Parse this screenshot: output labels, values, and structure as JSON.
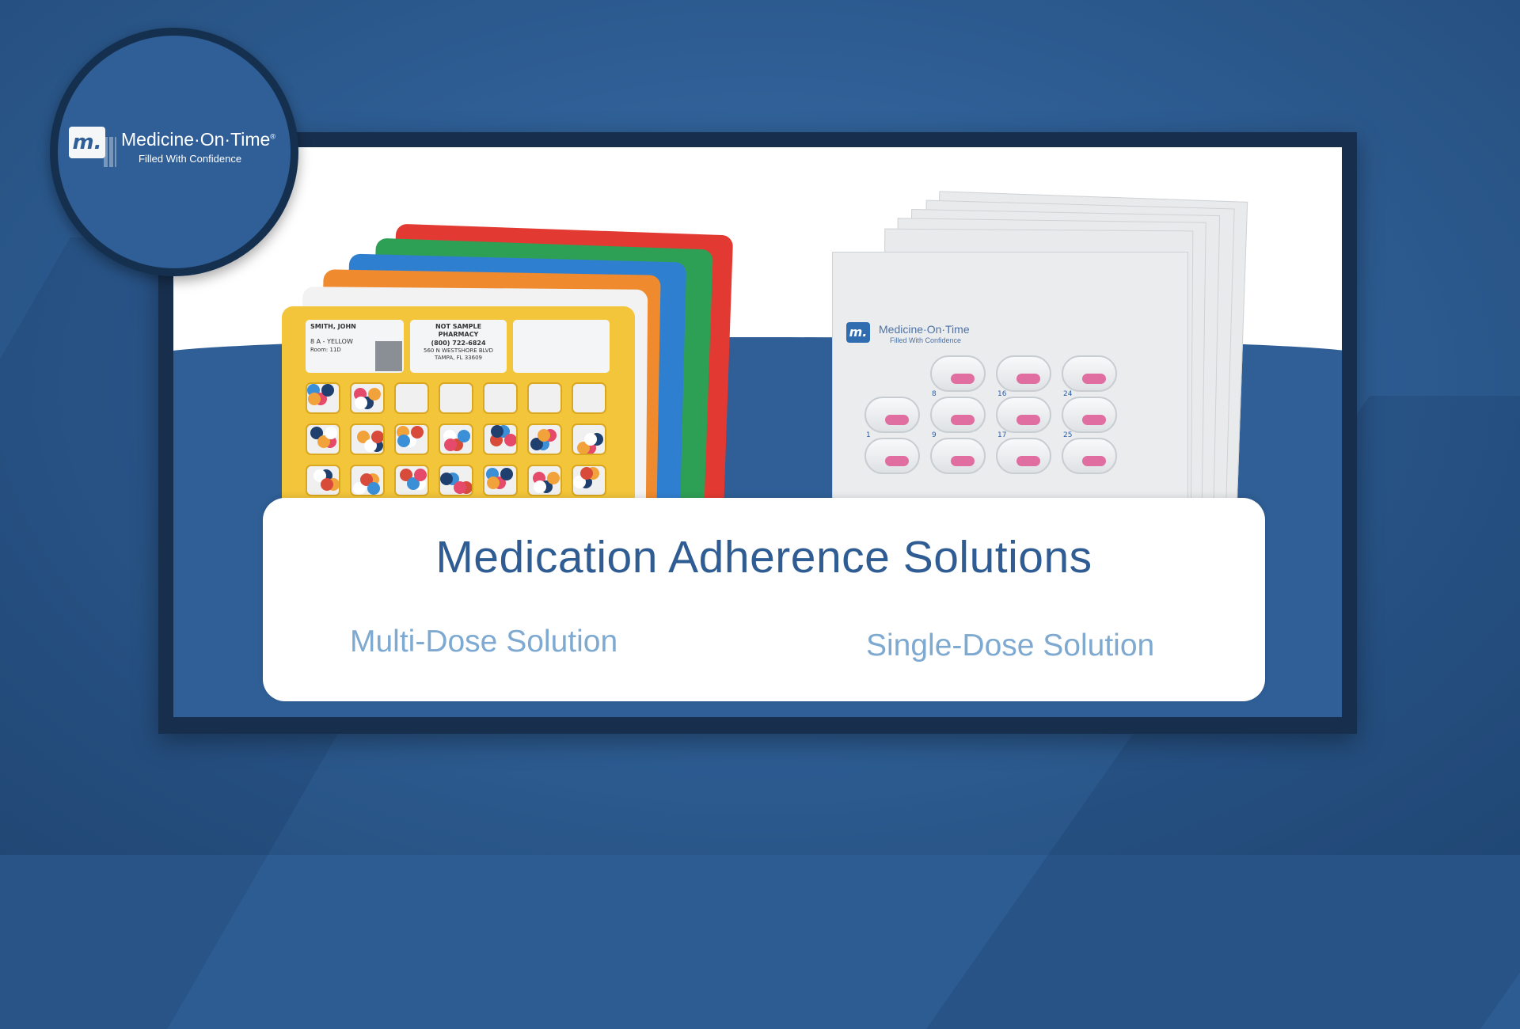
{
  "brand": {
    "name": "Medicine·On·Time",
    "registered": "®",
    "tagline": "Filled With Confidence",
    "logo_mark": "m.",
    "colors": {
      "brand_blue": "#2f5f96",
      "dark_ring": "#15304f"
    }
  },
  "multi_dose_card": {
    "patient_name": "SMITH, JOHN",
    "pass": "8 A - YELLOW",
    "room": "Room: 11D",
    "pharmacy": "NOT SAMPLE PHARMACY",
    "phone": "(800) 722-6824",
    "address": "560 N WESTSHORE BLVD",
    "city": "TAMPA, FL 33609",
    "tray_colors": [
      "#e23a32",
      "#2ea055",
      "#2f7fd0",
      "#ef8a2e",
      "#f2f2f2",
      "#f3c53a"
    ]
  },
  "single_dose_card": {
    "brand_name": "Medicine·On·Time",
    "brand_tagline": "Filled With Confidence",
    "blister_numbers": [
      "8",
      "16",
      "24",
      "1",
      "9",
      "17",
      "25"
    ]
  },
  "main": {
    "title": "Medication Adherence Solutions",
    "multi_dose_label": "Multi-Dose Solution",
    "single_dose_label": "Single-Dose Solution",
    "title_color": "#2f5c92",
    "label_color": "#7ea9d1"
  }
}
